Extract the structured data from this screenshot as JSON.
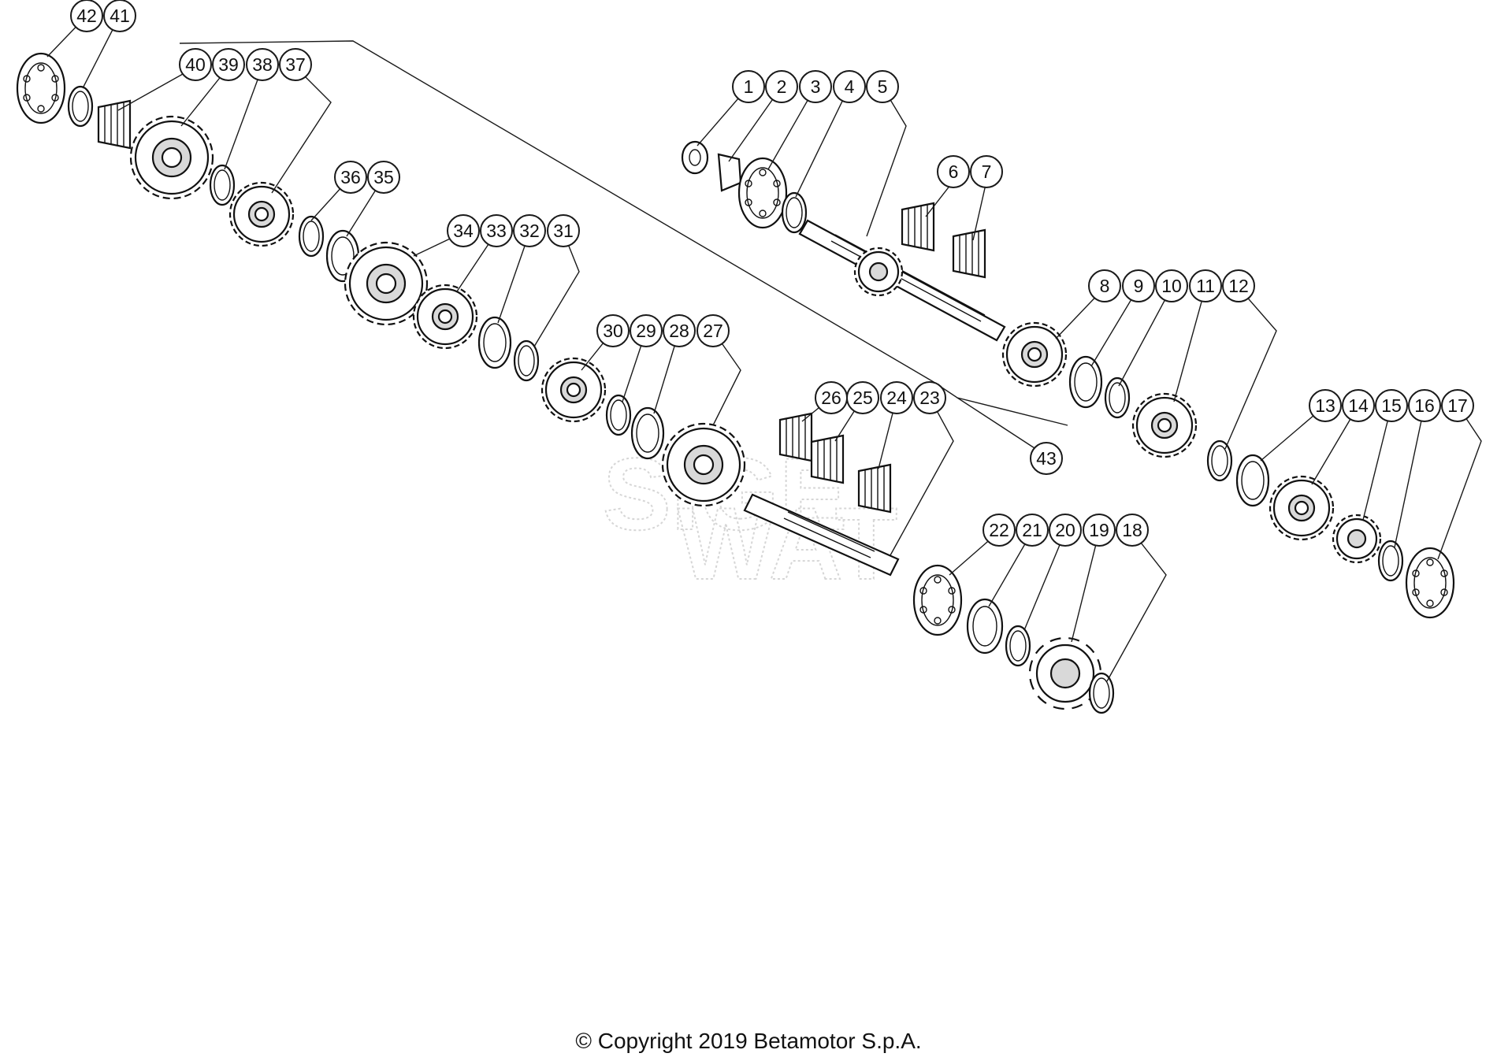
{
  "watermark": {
    "line1": "SIGE",
    "line2": "WAT"
  },
  "callouts": [
    "1",
    "2",
    "3",
    "4",
    "5",
    "6",
    "7",
    "8",
    "9",
    "10",
    "11",
    "12",
    "13",
    "14",
    "15",
    "16",
    "17",
    "18",
    "19",
    "20",
    "21",
    "22",
    "23",
    "24",
    "25",
    "26",
    "27",
    "28",
    "29",
    "30",
    "31",
    "32",
    "33",
    "34",
    "35",
    "36",
    "37",
    "38",
    "39",
    "40",
    "41",
    "42",
    "43"
  ],
  "copyright": "© Copyright 2019 Betamotor S.p.A.",
  "colors": {
    "line": "#111111",
    "background": "#ffffff",
    "watermark": "#d6d6d6"
  }
}
